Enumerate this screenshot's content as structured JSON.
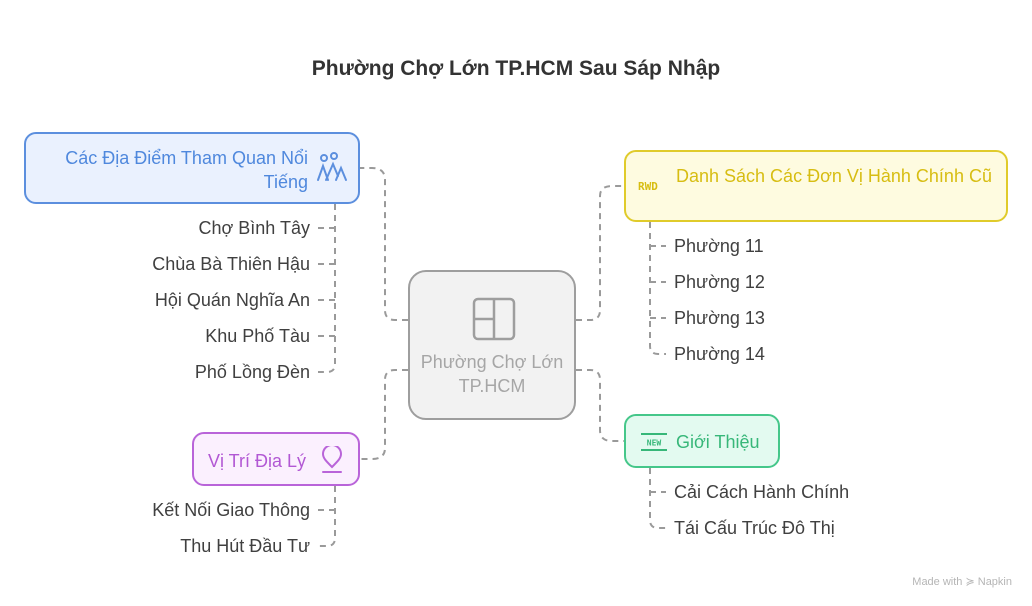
{
  "title": "Phường Chợ Lớn TP.HCM Sau Sáp Nhập",
  "center": {
    "label": "Phường Chợ Lớn TP.HCM",
    "icon": "layout-grid-icon",
    "color": "#9e9e9e"
  },
  "branches": {
    "attractions": {
      "label": "Các Địa Điểm Tham Quan Nổi Tiếng",
      "icon": "hiking-map-pins-icon",
      "color": "#5c8fde",
      "items": [
        "Chợ Bình Tây",
        "Chùa Bà Thiên Hậu",
        "Hội Quán Nghĩa An",
        "Khu Phố Tàu",
        "Phố Lồng Đèn"
      ]
    },
    "old_units": {
      "label": "Danh Sách Các Đơn Vị Hành Chính Cũ",
      "icon": "rwd-icon",
      "icon_text": "RWD",
      "color": "#e0cb2b",
      "items": [
        "Phường 11",
        "Phường 12",
        "Phường 13",
        "Phường 14"
      ]
    },
    "location": {
      "label": "Vị Trí Địa Lý",
      "icon": "location-pin-icon",
      "color": "#b964d9",
      "items": [
        "Kết Nối Giao Thông",
        "Thu Hút Đầu Tư"
      ]
    },
    "intro": {
      "label": "Giới Thiệu",
      "icon": "new-badge-icon",
      "icon_text": "NEW",
      "color": "#45c78a",
      "items": [
        "Cải Cách Hành Chính",
        "Tái Cấu Trúc Đô Thị"
      ]
    }
  },
  "footer": "Made with ≽ Napkin"
}
